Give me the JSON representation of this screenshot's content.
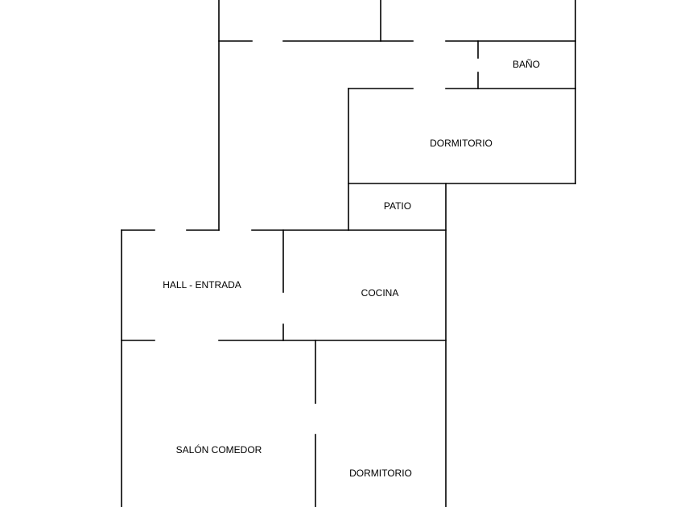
{
  "rooms": {
    "bano": "BAÑO",
    "dormitorio_upper": "DORMITORIO",
    "patio": "PATIO",
    "hall": "HALL - ENTRADA",
    "cocina": "COCINA",
    "salon": "SALÓN COMEDOR",
    "dormitorio_lower": "DORMITORIO"
  },
  "colors": {
    "wall": "#000000",
    "background": "#ffffff"
  }
}
